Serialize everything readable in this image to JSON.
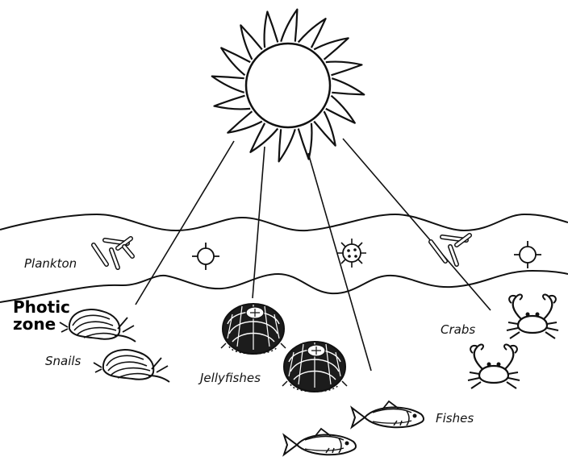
{
  "diagram": {
    "labels": {
      "plankton": "Plankton",
      "photic_zone_line1": "Photic",
      "photic_zone_line2": "zone",
      "snails": "Snails",
      "jellyfishes": "Jellyfishes",
      "crabs": "Crabs",
      "fishes": "Fishes"
    },
    "colors": {
      "ink": "#111111",
      "background": "#ffffff"
    }
  }
}
